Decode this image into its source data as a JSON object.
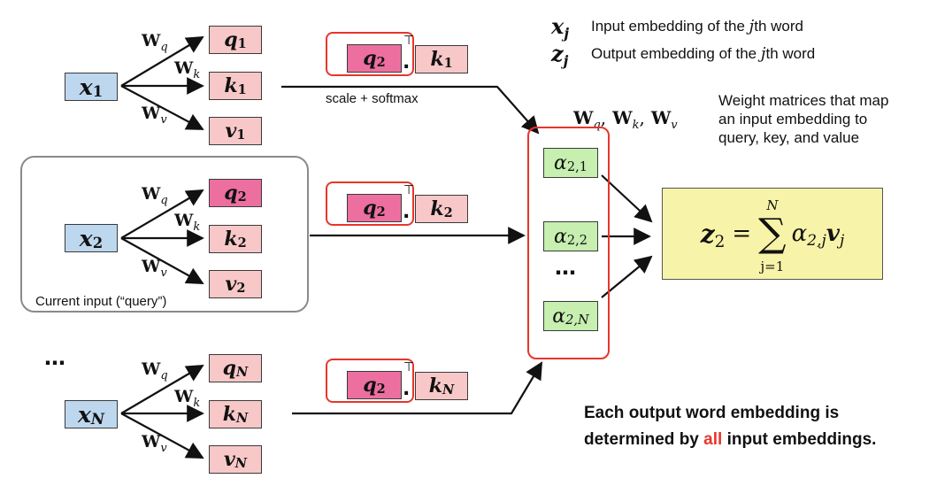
{
  "legend": {
    "x_sym": "x",
    "x_sub": "j",
    "x_text_a": "Input embedding of the",
    "x_j": "j",
    "x_text_b": "th word",
    "z_sym": "z",
    "z_sub": "j",
    "z_text_a": "Output embedding of the",
    "z_j": "j",
    "z_text_b": "th word",
    "w_desc_1": "Weight matrices that map",
    "w_desc_2": "an input embedding to",
    "w_desc_3": "query, key, and value"
  },
  "weights": {
    "W": "W",
    "q": "q",
    "k": "k",
    "v": "v",
    "sep": ","
  },
  "inputs": [
    {
      "x": "x",
      "sub": "1",
      "q": "q",
      "k": "k",
      "v": "v"
    },
    {
      "x": "x",
      "sub": "2",
      "q": "q",
      "k": "k",
      "v": "v"
    },
    {
      "x": "x",
      "sub": "N",
      "q": "q",
      "k": "k",
      "v": "v"
    }
  ],
  "dots": [
    {
      "q": "q",
      "q_sub": "2",
      "T": "⊤",
      "dot": ".",
      "k": "k",
      "k_sub": "1"
    },
    {
      "q": "q",
      "q_sub": "2",
      "T": "⊤",
      "dot": ".",
      "k": "k",
      "k_sub": "2"
    },
    {
      "q": "q",
      "q_sub": "2",
      "T": "⊤",
      "dot": ".",
      "k": "k",
      "k_sub": "N"
    }
  ],
  "scale_label": "scale + softmax",
  "alphas": [
    {
      "sym": "α",
      "sub": "2,1"
    },
    {
      "sym": "α",
      "sub": "2,2"
    },
    {
      "sym": "α",
      "sub": "2,N"
    }
  ],
  "ellipsis": "…",
  "sum": {
    "z": "z",
    "z_sub": "2",
    "eq": "=",
    "sigma": "∑",
    "upper": "N",
    "lower": "j=1",
    "alpha": "α",
    "alpha_sub": "2,j",
    "v": "v",
    "v_sub": "j"
  },
  "query_label": "Current input (“query”)",
  "conclusion": {
    "line1": "Each output word embedding is",
    "line2_a": "determined by",
    "line2_red": "all",
    "line2_b": "input embeddings."
  },
  "colors": {
    "input": "#bdd7ee",
    "qkv": "#f8c8c8",
    "query_highlight": "#ec6fa0",
    "alpha": "#c6efb0",
    "sum": "#f7f3a8",
    "red": "#e8352c",
    "gray": "#8a8a8a"
  }
}
